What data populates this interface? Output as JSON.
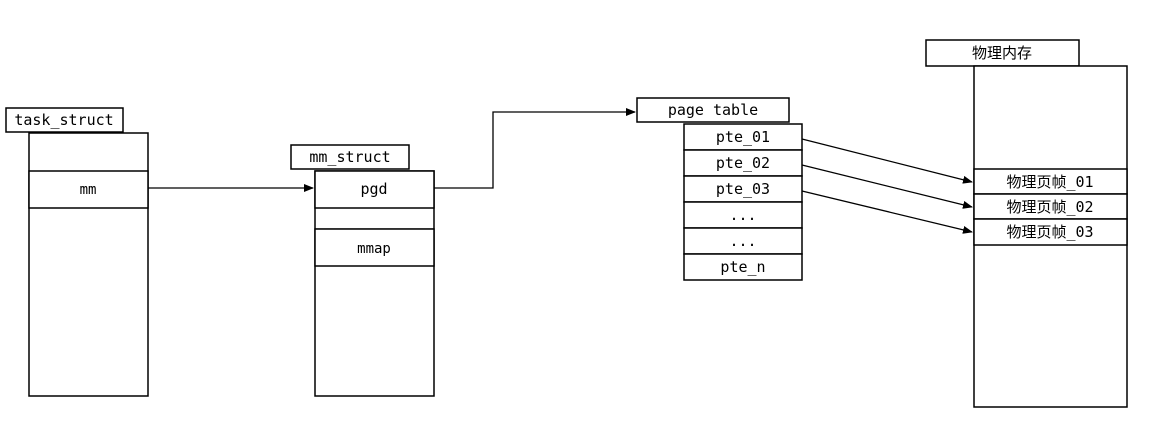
{
  "task_struct": {
    "label": "task_struct",
    "field_mm": "mm"
  },
  "mm_struct": {
    "label": "mm_struct",
    "field_pgd": "pgd",
    "field_mmap": "mmap"
  },
  "page_table": {
    "label": "page table",
    "entries": [
      "pte_01",
      "pte_02",
      "pte_03",
      "...",
      "...",
      "pte_n"
    ]
  },
  "physical_memory": {
    "label": "物理内存",
    "frames": [
      "物理页帧_01",
      "物理页帧_02",
      "物理页帧_03"
    ]
  }
}
